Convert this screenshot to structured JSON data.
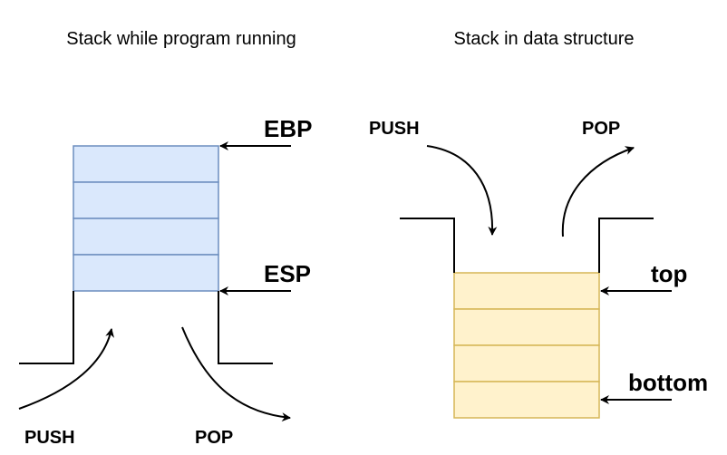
{
  "left": {
    "title": "Stack while program running",
    "ebp_label": "EBP",
    "esp_label": "ESP",
    "push_label": "PUSH",
    "pop_label": "POP",
    "cell_fill": "#dae8fc",
    "cell_stroke": "#6c8ebf"
  },
  "right": {
    "title": "Stack in data structure",
    "push_label": "PUSH",
    "pop_label": "POP",
    "top_label": "top",
    "bottom_label": "bottom",
    "cell_fill": "#fff2cc",
    "cell_stroke": "#d6b656"
  }
}
